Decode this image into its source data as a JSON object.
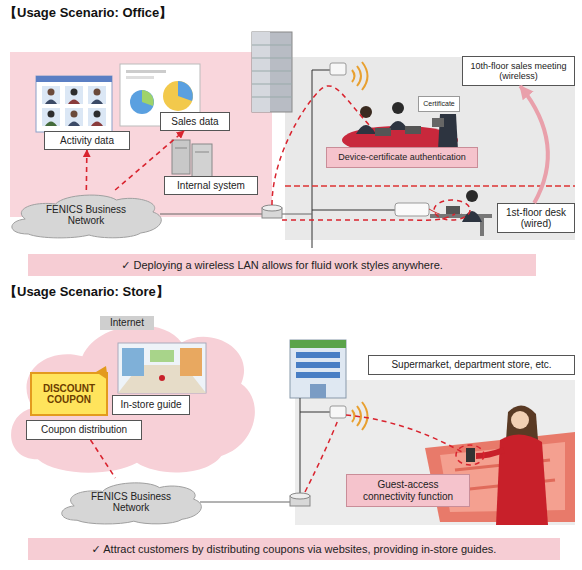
{
  "diagram": {
    "nodes": [
      {
        "text": [
          "Activity data"
        ]
      },
      {
        "text": [
          "Sales data"
        ]
      },
      {
        "text": [
          "Internal system"
        ]
      },
      {
        "text": [
          "FENICS Business Network"
        ]
      },
      {
        "text": [
          "10th-floor sales meeting (wireless)"
        ]
      },
      {
        "text": [
          "Certificate"
        ]
      },
      {
        "text": [
          "Device-certificate authentication"
        ]
      },
      {
        "text": [
          "1st-floor desk (wired)"
        ]
      },
      {
        "text": [
          "✓ Deploying a wireless LAN allows for fluid work styles anywhere."
        ]
      },
      {
        "text": [
          "Internet"
        ]
      },
      {
        "text": [
          "DISCOUNT COUPON"
        ],
        "in": 9
      },
      {
        "text": [
          "Coupon distribution"
        ],
        "in": 9
      },
      {
        "text": [
          "In-store guide"
        ],
        "in": 9
      },
      {
        "text": [
          "FENICS Business Network"
        ]
      },
      {
        "text": [
          "Supermarket, department store, etc."
        ]
      },
      {
        "text": [
          "Guest-access connectivity function"
        ]
      },
      {
        "text": [
          "✓ Attract customers by distributing coupons via websites, providing in-store guides."
        ]
      }
    ],
    "edges": [
      {
        "from": 3,
        "to": 0,
        "arrow": "to"
      },
      {
        "from": 3,
        "to": 1,
        "arrow": "to"
      },
      {
        "from": 7,
        "to": 4,
        "arrow": "to"
      },
      {
        "from": 11,
        "to": 13,
        "arrow": "none"
      }
    ],
    "labels": [
      "【Usage Scenario: Office】",
      "【Usage Scenario: Store】"
    ]
  }
}
